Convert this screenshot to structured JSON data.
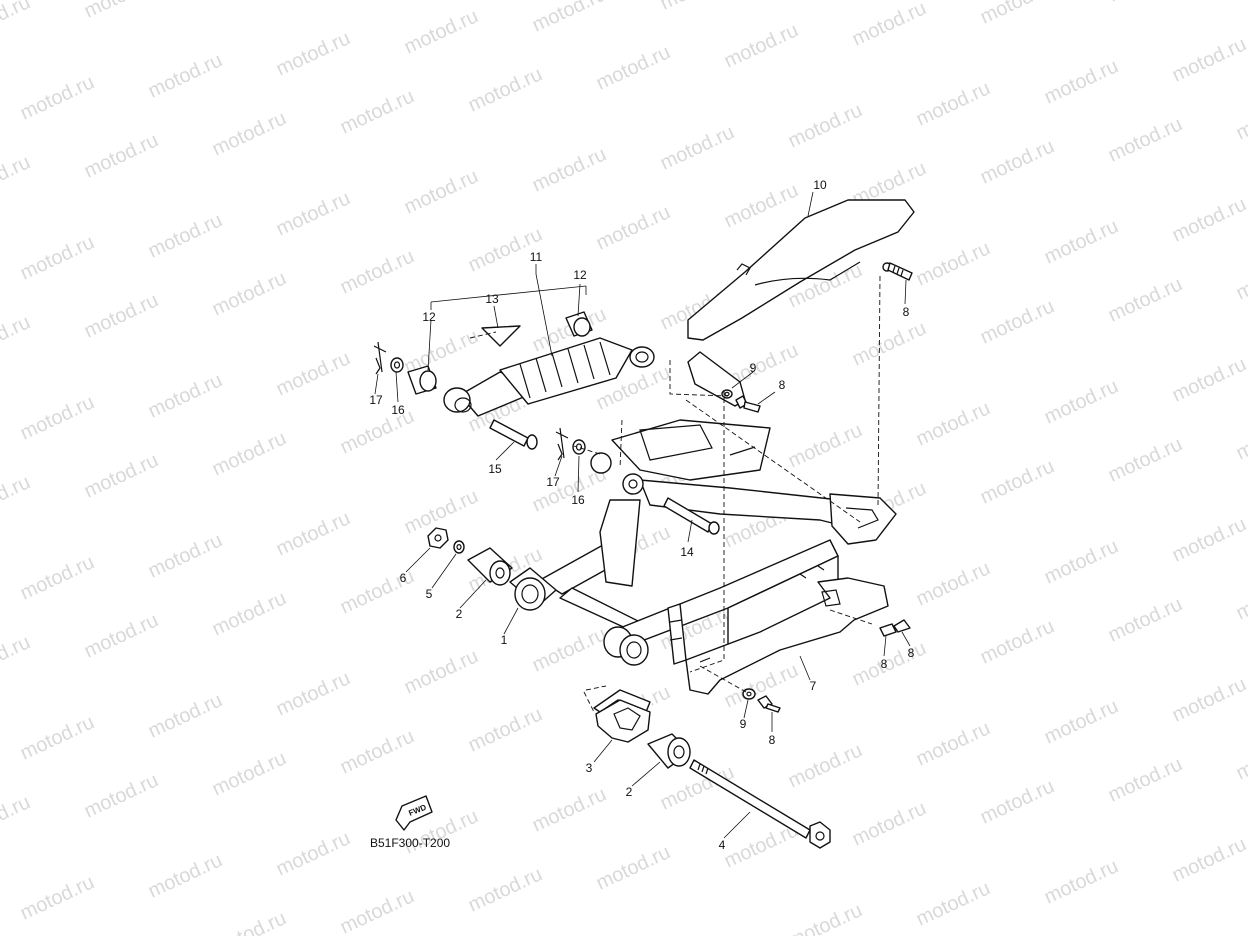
{
  "watermark": "motod.ru",
  "diagram_code": "B51F300-T200",
  "fwd_label": "FWD",
  "labels": {
    "l1": "1",
    "l2a": "2",
    "l2b": "2",
    "l3": "3",
    "l4": "4",
    "l5": "5",
    "l6": "6",
    "l7": "7",
    "l8a": "8",
    "l8b": "8",
    "l8c": "8",
    "l8d": "8",
    "l8e": "8",
    "l9a": "9",
    "l9b": "9",
    "l10": "10",
    "l11": "11",
    "l12a": "12",
    "l12b": "12",
    "l13": "13",
    "l14": "14",
    "l15": "15",
    "l16a": "16",
    "l16b": "16",
    "l17a": "17",
    "l17b": "17"
  }
}
